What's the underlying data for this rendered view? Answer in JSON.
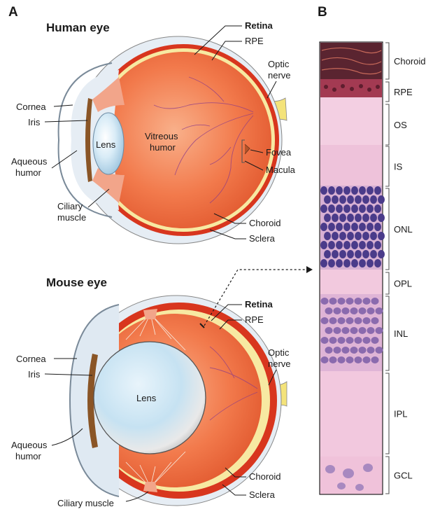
{
  "panel_a": {
    "letter": "A",
    "human": {
      "title": "Human eye",
      "retina": "Retina",
      "rpe": "RPE",
      "optic_nerve": [
        "Optic",
        "nerve"
      ],
      "cornea": "Cornea",
      "iris": "Iris",
      "lens": "Lens",
      "vitreous": [
        "Vitreous",
        "humor"
      ],
      "fovea": "Fovea",
      "macula": "Macula",
      "aqueous": [
        "Aqueous",
        "humor"
      ],
      "ciliary": [
        "Ciliary",
        "muscle"
      ],
      "choroid": "Choroid",
      "sclera": "Sclera"
    },
    "mouse": {
      "title": "Mouse eye",
      "retina": "Retina",
      "rpe": "RPE",
      "optic_nerve": [
        "Optic",
        "nerve"
      ],
      "cornea": "Cornea",
      "iris": "Iris",
      "lens": "Lens",
      "aqueous": [
        "Aqueous",
        "humor"
      ],
      "choroid": "Choroid",
      "sclera": "Sclera",
      "ciliary": "Ciliary muscle"
    }
  },
  "panel_b": {
    "letter": "B",
    "layers": [
      "Choroid",
      "RPE",
      "OS",
      "IS",
      "ONL",
      "OPL",
      "INL",
      "IPL",
      "GCL"
    ]
  },
  "colors": {
    "sclera": "#e6edf4",
    "choroid": "#d8361e",
    "retina": "#f7e9a2",
    "vitreous": "#f07a4d",
    "lens": "#cfe6f4",
    "iris": "#8a5526",
    "nerve": "#f4e37a",
    "onl_nuclei": "#4a3b8a",
    "stain": "#f2c4dc"
  }
}
